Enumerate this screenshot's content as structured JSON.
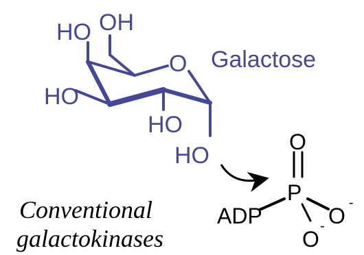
{
  "galactose": {
    "name": "Galactose",
    "color": "#44479a",
    "atoms": {
      "ho_c4": "HO",
      "oh_c6": "OH",
      "ring_o": "O",
      "ho_c3": "HO",
      "ho_c2": "HO",
      "ho_c1": "HO"
    }
  },
  "phosphate": {
    "adp": "ADP",
    "p": "P",
    "o_top": "O",
    "o_right": "O",
    "o_bottom": "O",
    "charge_right": "-",
    "charge_bottom": "-"
  },
  "caption": {
    "line1": "Conventional",
    "line2": "galactokinases"
  }
}
